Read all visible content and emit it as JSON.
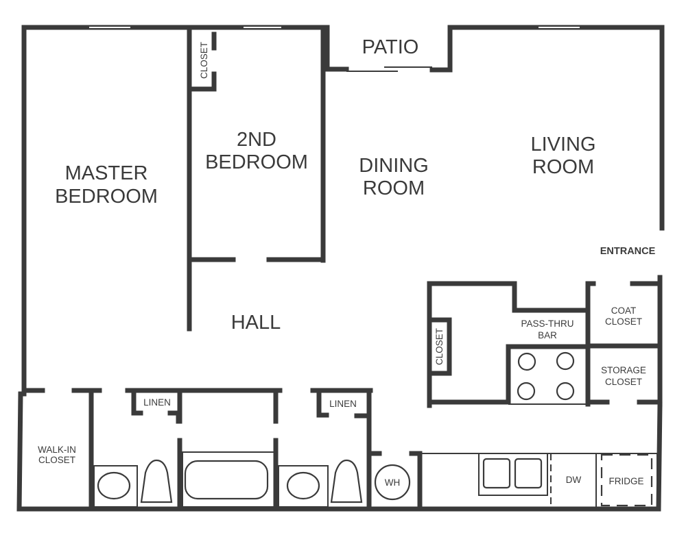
{
  "diagram": {
    "type": "floor-plan",
    "rooms": {
      "master_bedroom": [
        "MASTER",
        "BEDROOM"
      ],
      "second_bedroom": [
        "2ND",
        "BEDROOM"
      ],
      "closet_bedroom": "CLOSET",
      "patio": "PATIO",
      "dining_room": [
        "DINING",
        "ROOM"
      ],
      "living_room": [
        "LIVING",
        "ROOM"
      ],
      "entrance": "ENTRANCE",
      "hall": "HALL",
      "closet_kitchen": "CLOSET",
      "pass_thru_bar": [
        "PASS-THRU",
        "BAR"
      ],
      "coat_closet": [
        "COAT",
        "CLOSET"
      ],
      "storage_closet": [
        "STORAGE",
        "CLOSET"
      ],
      "walk_in_closet": [
        "WALK-IN",
        "CLOSET"
      ],
      "linen_1": "LINEN",
      "linen_2": "LINEN",
      "water_heater": "WH",
      "dishwasher": "DW",
      "fridge": "FRIDGE"
    },
    "colors": {
      "wall": "#3a3a3a",
      "background": "#ffffff"
    }
  }
}
